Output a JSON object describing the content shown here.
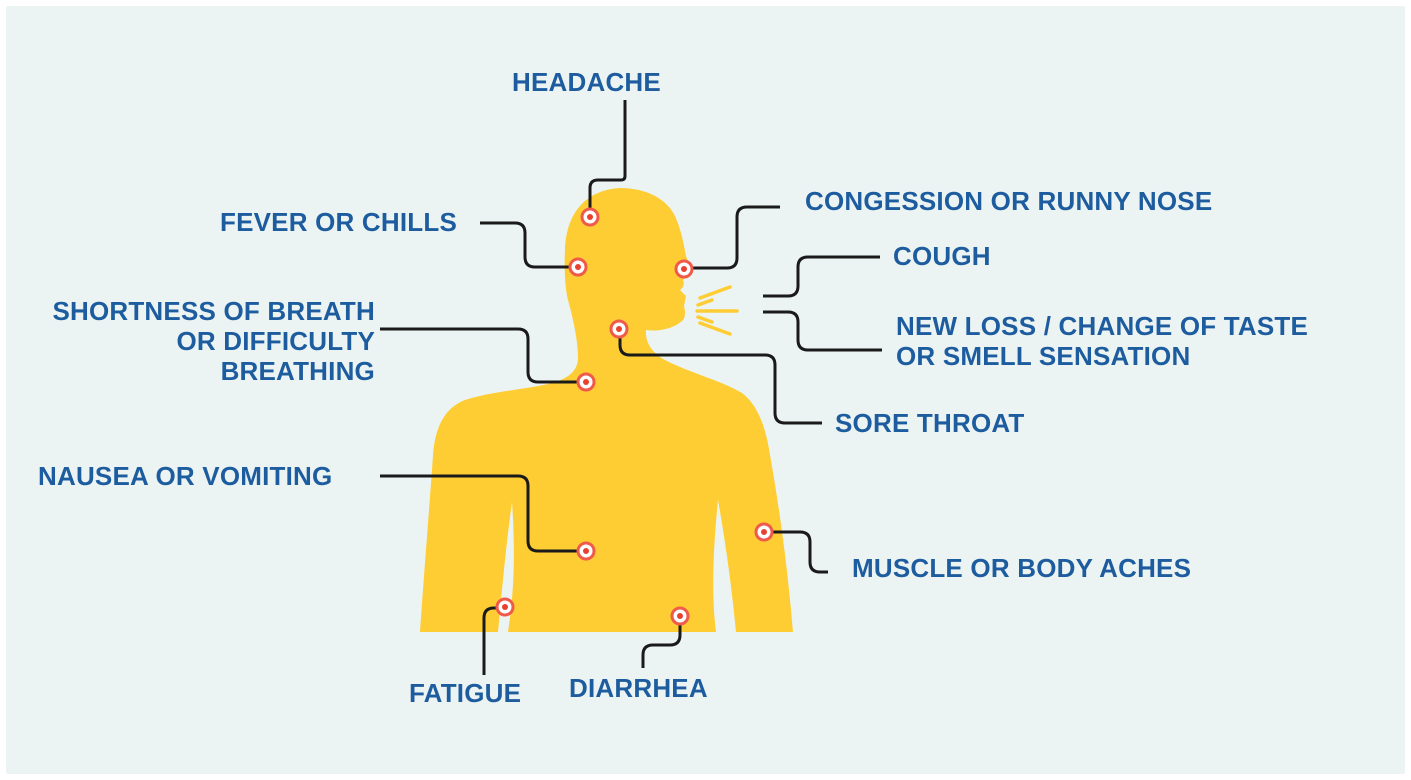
{
  "colors": {
    "background": "#ecf4f3",
    "body": "#fecd34",
    "label_text": "#1d5c9e",
    "connector": "#1a1a1a",
    "dot_ring": "#f05a4a",
    "dot_fill": "#ffffff",
    "cough_rays": "#fecd34"
  },
  "symptoms": {
    "headache": "HEADACHE",
    "fever": "FEVER OR CHILLS",
    "congestion": "CONGESSION OR RUNNY NOSE",
    "cough": "COUGH",
    "taste_smell": "NEW LOSS / CHANGE OF TASTE\nOR SMELL SENSATION",
    "shortness_breath": "SHORTNESS OF BREATH\nOR DIFFICULTY BREATHING",
    "sore_throat": "SORE THROAT",
    "nausea": "NAUSEA OR VOMITING",
    "muscle_aches": "MUSCLE OR BODY ACHES",
    "fatigue": "FATIGUE",
    "diarrhea": "DIARRHEA"
  },
  "icons": {
    "marker": "red-target-dot-icon",
    "cough": "cough-rays-icon"
  }
}
